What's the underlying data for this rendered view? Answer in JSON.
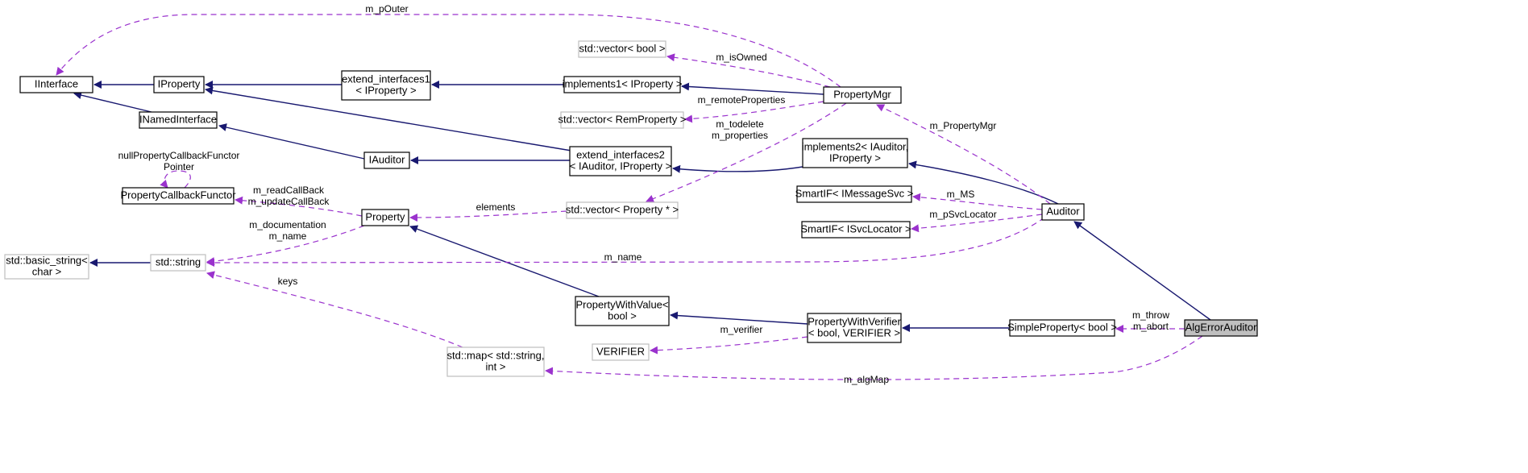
{
  "nodes": {
    "iinterface": {
      "label": [
        "IInterface"
      ],
      "style": "solid"
    },
    "iproperty": {
      "label": [
        "IProperty"
      ],
      "style": "solid"
    },
    "inamedinterface": {
      "label": [
        "INamedInterface"
      ],
      "style": "solid"
    },
    "extend_interfaces1": {
      "label": [
        "extend_interfaces1",
        "< IProperty >"
      ],
      "style": "solid"
    },
    "implements1": {
      "label": [
        "implements1< IProperty >"
      ],
      "style": "solid"
    },
    "propertymgr": {
      "label": [
        "PropertyMgr"
      ],
      "style": "solid"
    },
    "vector_bool": {
      "label": [
        "std::vector< bool >"
      ],
      "style": "grey"
    },
    "vector_remproperty": {
      "label": [
        "std::vector< RemProperty >"
      ],
      "style": "grey"
    },
    "iauditor": {
      "label": [
        "IAuditor"
      ],
      "style": "solid"
    },
    "extend_interfaces2": {
      "label": [
        "extend_interfaces2",
        "< IAuditor, IProperty >"
      ],
      "style": "solid"
    },
    "implements2": {
      "label": [
        "implements2< IAuditor,",
        "IProperty >"
      ],
      "style": "solid"
    },
    "propertycallbackfunctor": {
      "label": [
        "PropertyCallbackFunctor"
      ],
      "style": "solid"
    },
    "property": {
      "label": [
        "Property"
      ],
      "style": "solid"
    },
    "vector_property_ptr": {
      "label": [
        "std::vector< Property * >"
      ],
      "style": "grey"
    },
    "smartif_imessagesvc": {
      "label": [
        "SmartIF< IMessageSvc >"
      ],
      "style": "solid"
    },
    "smartif_isvclocator": {
      "label": [
        "SmartIF< ISvcLocator >"
      ],
      "style": "solid"
    },
    "auditor": {
      "label": [
        "Auditor"
      ],
      "style": "solid"
    },
    "basic_string": {
      "label": [
        "std::basic_string<",
        "char >"
      ],
      "style": "grey"
    },
    "std_string": {
      "label": [
        "std::string"
      ],
      "style": "grey"
    },
    "propertywithvalue": {
      "label": [
        "PropertyWithValue<",
        "bool >"
      ],
      "style": "solid"
    },
    "propertywithverifier": {
      "label": [
        "PropertyWithVerifier",
        "< bool, VERIFIER >"
      ],
      "style": "solid"
    },
    "simpleproperty": {
      "label": [
        "SimpleProperty< bool >"
      ],
      "style": "solid"
    },
    "algerrorauditor": {
      "label": [
        "AlgErrorAuditor"
      ],
      "style": "highlight"
    },
    "verifier": {
      "label": [
        "VERIFIER"
      ],
      "style": "grey"
    },
    "map_string_int": {
      "label": [
        "std::map< std::string,",
        "int >"
      ],
      "style": "grey"
    }
  },
  "edges": [
    {
      "id": "iproperty-iinterface",
      "from": "iproperty",
      "to": "iinterface",
      "kind": "inheritance",
      "labels": []
    },
    {
      "id": "inamedinterface-iinterface",
      "from": "inamedinterface",
      "to": "iinterface",
      "kind": "inheritance",
      "labels": []
    },
    {
      "id": "ext1-iproperty",
      "from": "extend_interfaces1",
      "to": "iproperty",
      "kind": "inheritance",
      "labels": []
    },
    {
      "id": "impl1-ext1",
      "from": "implements1",
      "to": "extend_interfaces1",
      "kind": "inheritance",
      "labels": []
    },
    {
      "id": "propertymgr-impl1",
      "from": "propertymgr",
      "to": "implements1",
      "kind": "inheritance",
      "labels": []
    },
    {
      "id": "iauditor-inamed",
      "from": "iauditor",
      "to": "inamedinterface",
      "kind": "inheritance",
      "labels": []
    },
    {
      "id": "ext2-iproperty",
      "from": "extend_interfaces2",
      "to": "iproperty",
      "kind": "inheritance",
      "labels": []
    },
    {
      "id": "ext2-iauditor",
      "from": "extend_interfaces2",
      "to": "iauditor",
      "kind": "inheritance",
      "labels": []
    },
    {
      "id": "impl2-ext2",
      "from": "implements2",
      "to": "extend_interfaces2",
      "kind": "inheritance",
      "labels": []
    },
    {
      "id": "auditor-impl2",
      "from": "auditor",
      "to": "implements2",
      "kind": "inheritance",
      "labels": []
    },
    {
      "id": "stdstring-basicstring",
      "from": "std_string",
      "to": "basic_string",
      "kind": "inheritance",
      "labels": []
    },
    {
      "id": "pwv-property",
      "from": "propertywithvalue",
      "to": "property",
      "kind": "inheritance",
      "labels": []
    },
    {
      "id": "pwver-pwv",
      "from": "propertywithverifier",
      "to": "propertywithvalue",
      "kind": "inheritance",
      "labels": []
    },
    {
      "id": "simple-pwver",
      "from": "simpleproperty",
      "to": "propertywithverifier",
      "kind": "inheritance",
      "labels": []
    },
    {
      "id": "alg-auditor",
      "from": "algerrorauditor",
      "to": "auditor",
      "kind": "inheritance",
      "labels": []
    },
    {
      "id": "propertymgr-iinterface",
      "from": "propertymgr",
      "to": "iinterface",
      "kind": "usage",
      "labels": [
        "m_pOuter"
      ]
    },
    {
      "id": "propertymgr-vectorbool",
      "from": "propertymgr",
      "to": "vector_bool",
      "kind": "usage",
      "labels": [
        "m_isOwned"
      ]
    },
    {
      "id": "propertymgr-vectorrem",
      "from": "propertymgr",
      "to": "vector_remproperty",
      "kind": "usage",
      "labels": [
        "m_remoteProperties"
      ]
    },
    {
      "id": "propertymgr-vectorprop",
      "from": "propertymgr",
      "to": "vector_property_ptr",
      "kind": "usage",
      "labels": [
        "m_todelete",
        "m_properties"
      ]
    },
    {
      "id": "auditor-propertymgr",
      "from": "auditor",
      "to": "propertymgr",
      "kind": "usage",
      "labels": [
        "m_PropertyMgr"
      ]
    },
    {
      "id": "pcf-self",
      "from": "propertycallbackfunctor",
      "to": "propertycallbackfunctor",
      "kind": "usage",
      "labels": [
        "nullPropertyCallbackFunctor",
        "Pointer"
      ]
    },
    {
      "id": "property-pcf",
      "from": "property",
      "to": "propertycallbackfunctor",
      "kind": "usage",
      "labels": [
        "m_readCallBack",
        "m_updateCallBack"
      ]
    },
    {
      "id": "vectorprop-property",
      "from": "vector_property_ptr",
      "to": "property",
      "kind": "usage",
      "labels": [
        "elements"
      ]
    },
    {
      "id": "property-stdstring",
      "from": "property",
      "to": "std_string",
      "kind": "usage",
      "labels": [
        "m_documentation",
        "m_name"
      ]
    },
    {
      "id": "auditor-stdstring",
      "from": "auditor",
      "to": "std_string",
      "kind": "usage",
      "labels": [
        "m_name"
      ]
    },
    {
      "id": "auditor-msgsvc",
      "from": "auditor",
      "to": "smartif_imessagesvc",
      "kind": "usage",
      "labels": [
        "m_MS"
      ]
    },
    {
      "id": "auditor-svcloc",
      "from": "auditor",
      "to": "smartif_isvclocator",
      "kind": "usage",
      "labels": [
        "m_pSvcLocator"
      ]
    },
    {
      "id": "map-stdstring",
      "from": "map_string_int",
      "to": "std_string",
      "kind": "usage",
      "labels": [
        "keys"
      ]
    },
    {
      "id": "pwver-verifier",
      "from": "propertywithverifier",
      "to": "verifier",
      "kind": "usage",
      "labels": [
        "m_verifier"
      ]
    },
    {
      "id": "alg-simple",
      "from": "algerrorauditor",
      "to": "simpleproperty",
      "kind": "usage",
      "labels": [
        "m_throw",
        "m_abort"
      ]
    },
    {
      "id": "alg-map",
      "from": "algerrorauditor",
      "to": "map_string_int",
      "kind": "usage",
      "labels": [
        "m_algMap"
      ]
    }
  ]
}
